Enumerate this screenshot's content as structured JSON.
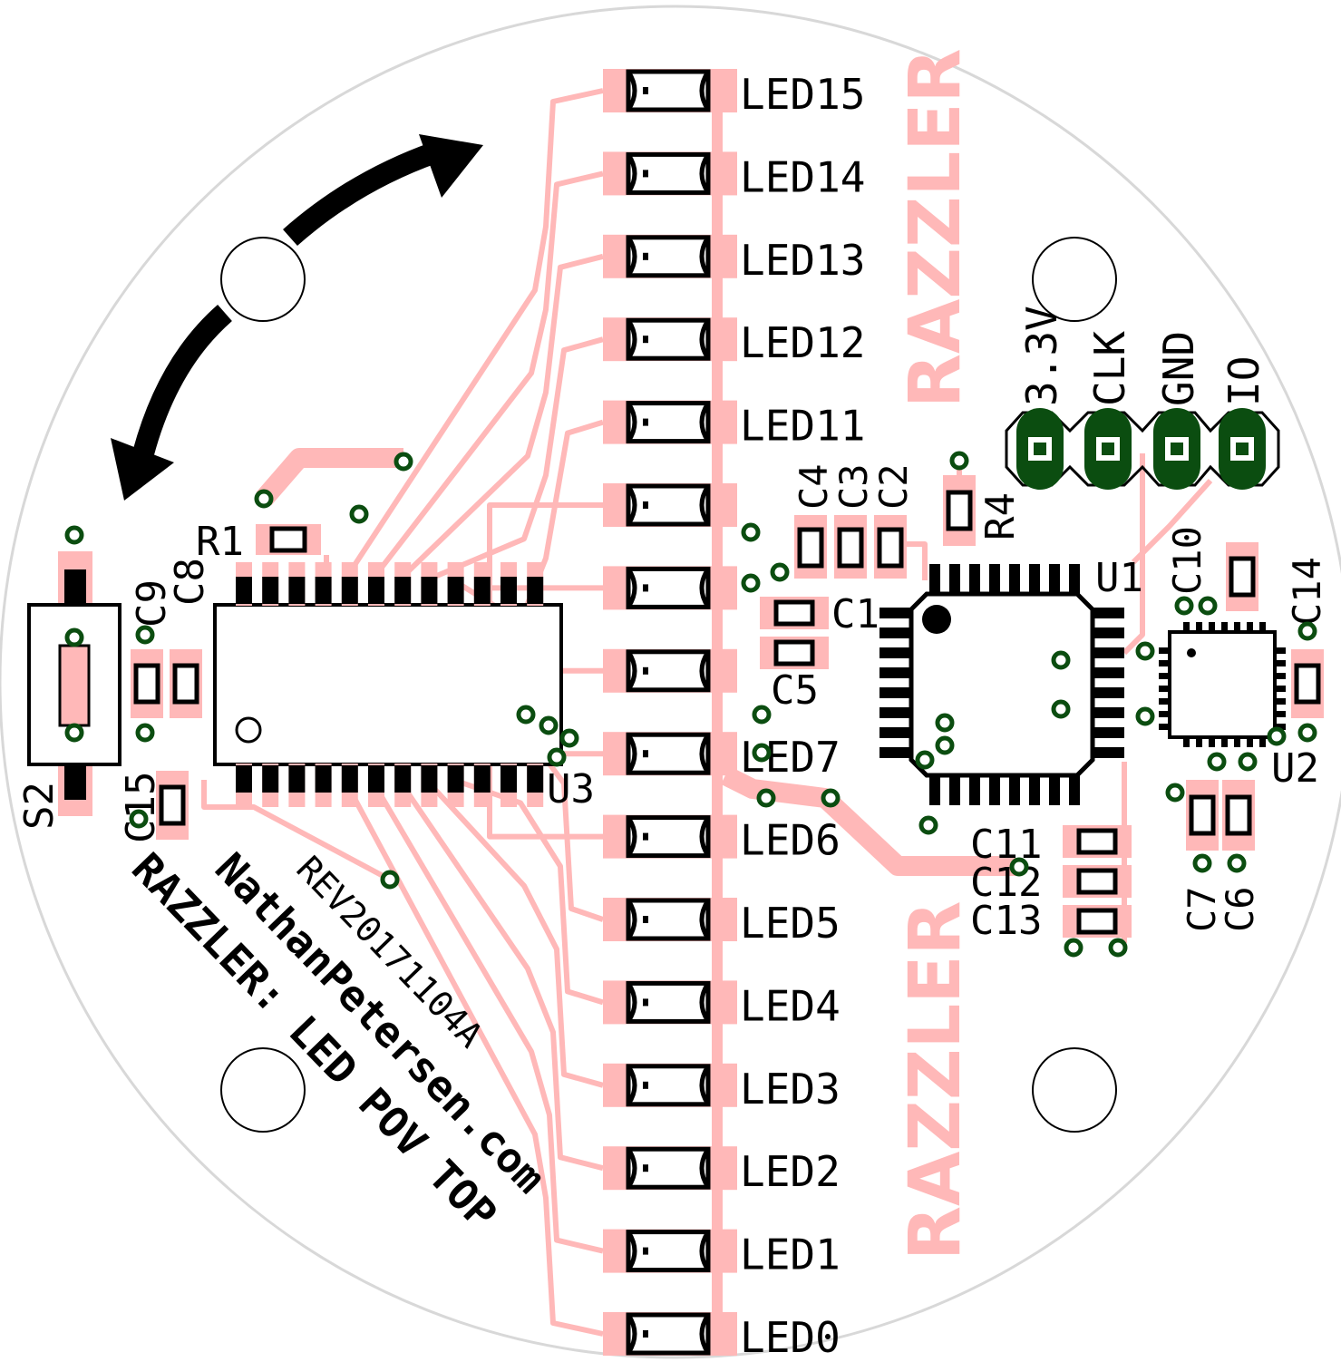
{
  "board": {
    "brand_top": "RAZZLER",
    "brand_bottom": "RAZZLER",
    "rev": "REV20171104A",
    "author": "NathanPetersen.com",
    "product": "RAZZLER: LED POV TOP"
  },
  "leds": [
    "LED15",
    "LED14",
    "LED13",
    "LED12",
    "LED11",
    "LED7",
    "LED6",
    "LED5",
    "LED4",
    "LED3",
    "LED2",
    "LED1",
    "LED0"
  ],
  "header_pins": [
    "3.3V",
    "CLK",
    "GND",
    "IO"
  ],
  "refdes": {
    "r1": "R1",
    "r4": "R4",
    "u1": "U1",
    "u2": "U2",
    "u3": "U3",
    "s2": "S2",
    "c1": "C1",
    "c2": "C2",
    "c3": "C3",
    "c4": "C4",
    "c5": "C5",
    "c6": "C6",
    "c7": "C7",
    "c8": "C8",
    "c9": "C9",
    "c10": "C10",
    "c11": "C11",
    "c12": "C12",
    "c13": "C13",
    "c14": "C14",
    "c15": "C15"
  },
  "colors": {
    "copper": "#ffb8b8",
    "silkscreen": "#000000",
    "via": "#0b4d10",
    "outline": "#d8d8d8"
  }
}
